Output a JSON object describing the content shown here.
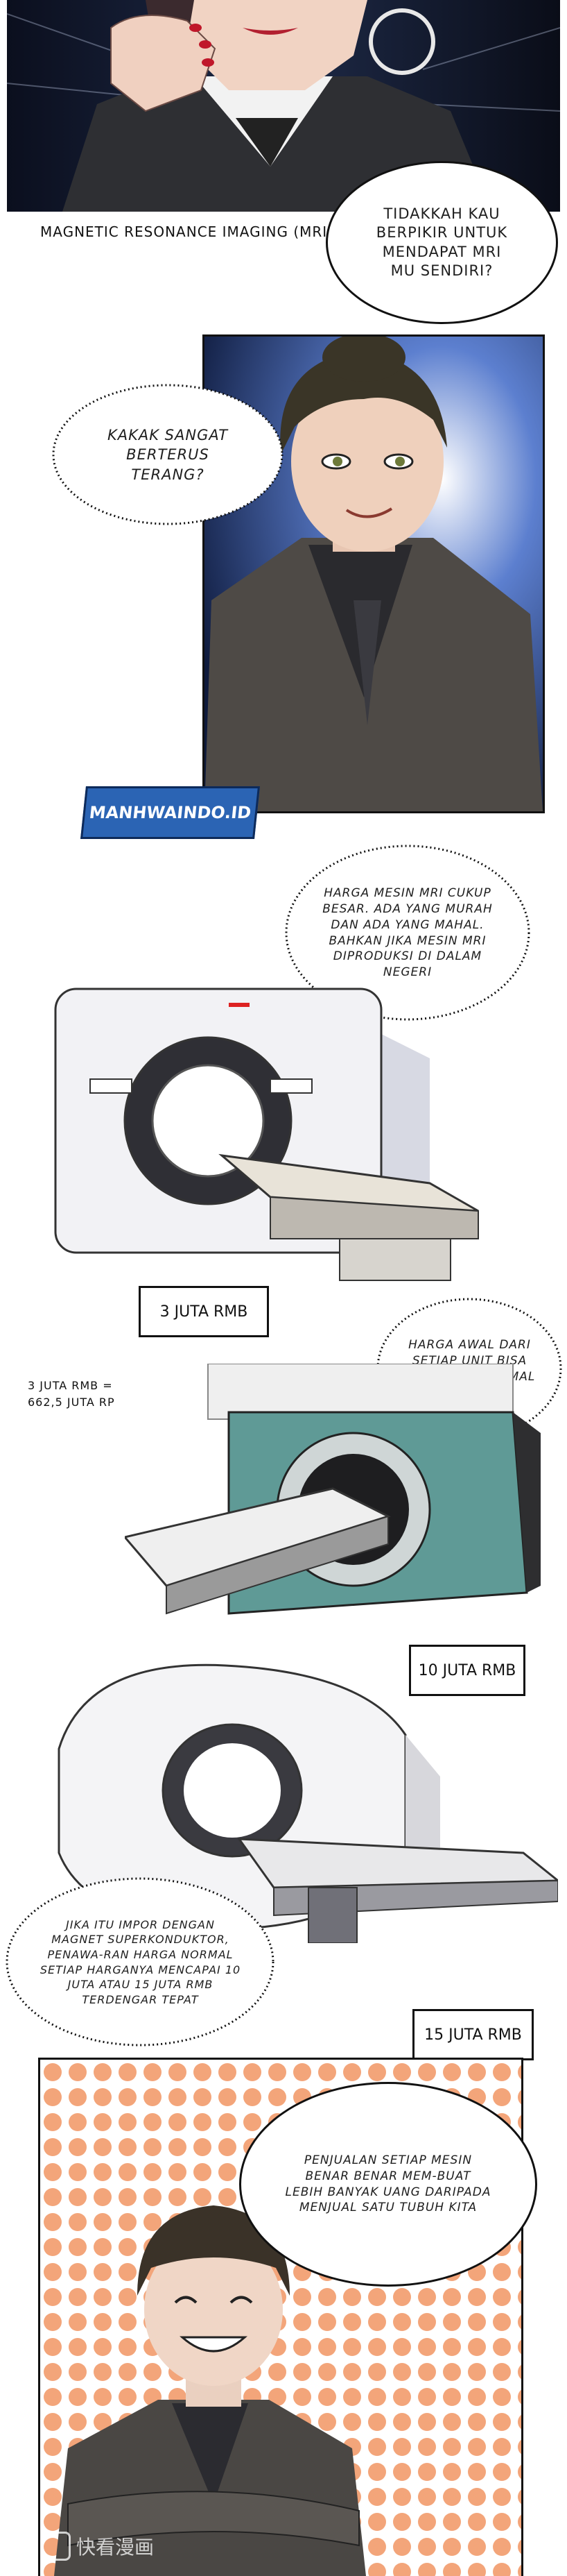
{
  "dialogue": {
    "mri_caption": "MAGNETIC RESONANCE IMAGING (MRI)",
    "bubble1": "TIDAKKAH KAU BERPIKIR UNTUK MENDAPAT MRI MU SENDIRI?",
    "bubble2": "KAKAK SANGAT BERTERUS TERANG?",
    "bubble3": "HARGA MESIN MRI CUKUP BESAR. ADA YANG MURAH DAN ADA YANG MAHAL. BAHKAN JIKA MESIN MRI DIPRODUKSI DI DALAM NEGERI",
    "bubble4": "HARGA AWAL DARI SETIAP UNIT BISA BERHARGA MINIMAL 3 JUTA RMB",
    "bubble5": "JIKA ITU IMPOR DENGAN MAGNET SUPERKONDUKTOR, PENAWA-RAN HARGA NORMAL SETIAP HARGANYA MENCAPAI 10 JUTA ATAU 15 JUTA RMB TERDENGAR TEPAT",
    "bubble6": "PENJUALAN SETIAP MESIN BENAR BENAR MEM-BUAT LEBIH BANYAK UANG DARIPADA MENJUAL SATU TUBUH KITA"
  },
  "labels": {
    "price1": "3 JUTA RMB",
    "price2": "10 JUTA RMB",
    "price3": "15 JUTA RMB",
    "conversion": "3 JUTA RMB = 662,5 JUTA RP"
  },
  "watermark": {
    "site": "MANHWAINDO.ID",
    "app": "快看漫画"
  },
  "colors": {
    "panel_dark": "#1a1d2a",
    "accent_blue": "#2b64b4",
    "mri_teal": "#5f9a96",
    "dots_orange": "#f3a57a"
  }
}
